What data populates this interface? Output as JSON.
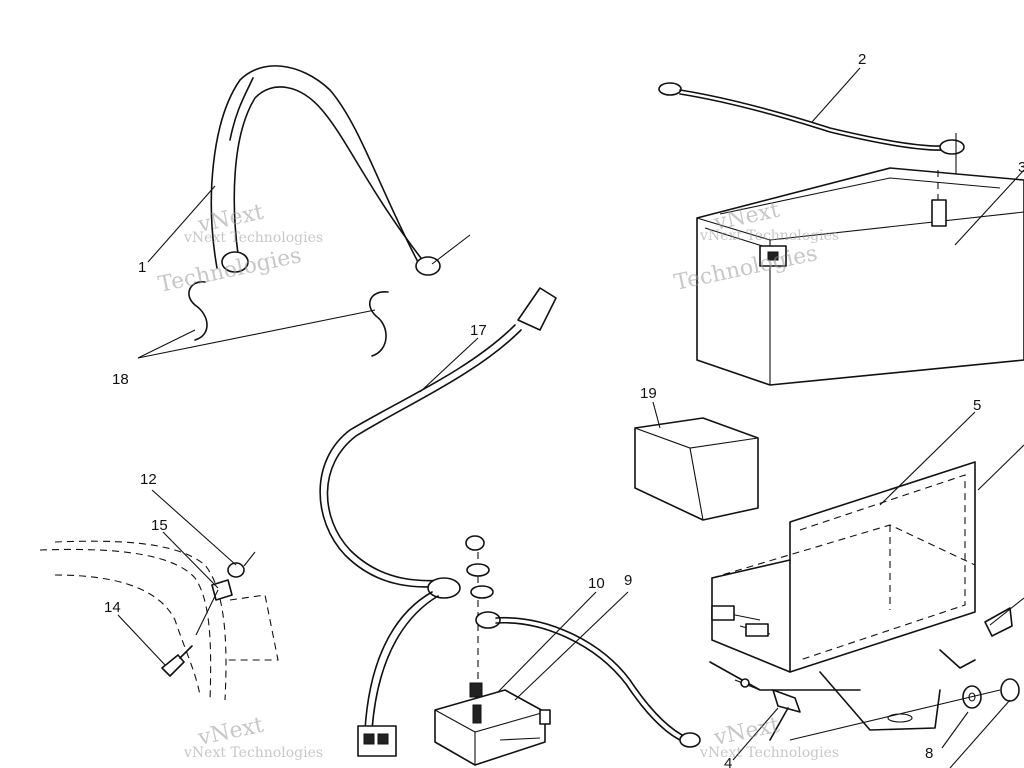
{
  "callouts": [
    {
      "id": "1",
      "label": "1"
    },
    {
      "id": "2",
      "label": "2"
    },
    {
      "id": "3",
      "label": "3"
    },
    {
      "id": "4",
      "label": "4"
    },
    {
      "id": "5",
      "label": "5"
    },
    {
      "id": "8",
      "label": "8"
    },
    {
      "id": "9",
      "label": "9"
    },
    {
      "id": "10",
      "label": "10"
    },
    {
      "id": "12",
      "label": "12"
    },
    {
      "id": "14",
      "label": "14"
    },
    {
      "id": "15",
      "label": "15"
    },
    {
      "id": "17",
      "label": "17"
    },
    {
      "id": "18",
      "label": "18"
    },
    {
      "id": "19",
      "label": "19"
    }
  ],
  "watermark": {
    "brand": "vNext",
    "line1": "vNext Technologies",
    "line2": "Technologies"
  },
  "colors": {
    "ink": "#111111",
    "watermark": "#9a9a9a",
    "background": "#ffffff"
  }
}
